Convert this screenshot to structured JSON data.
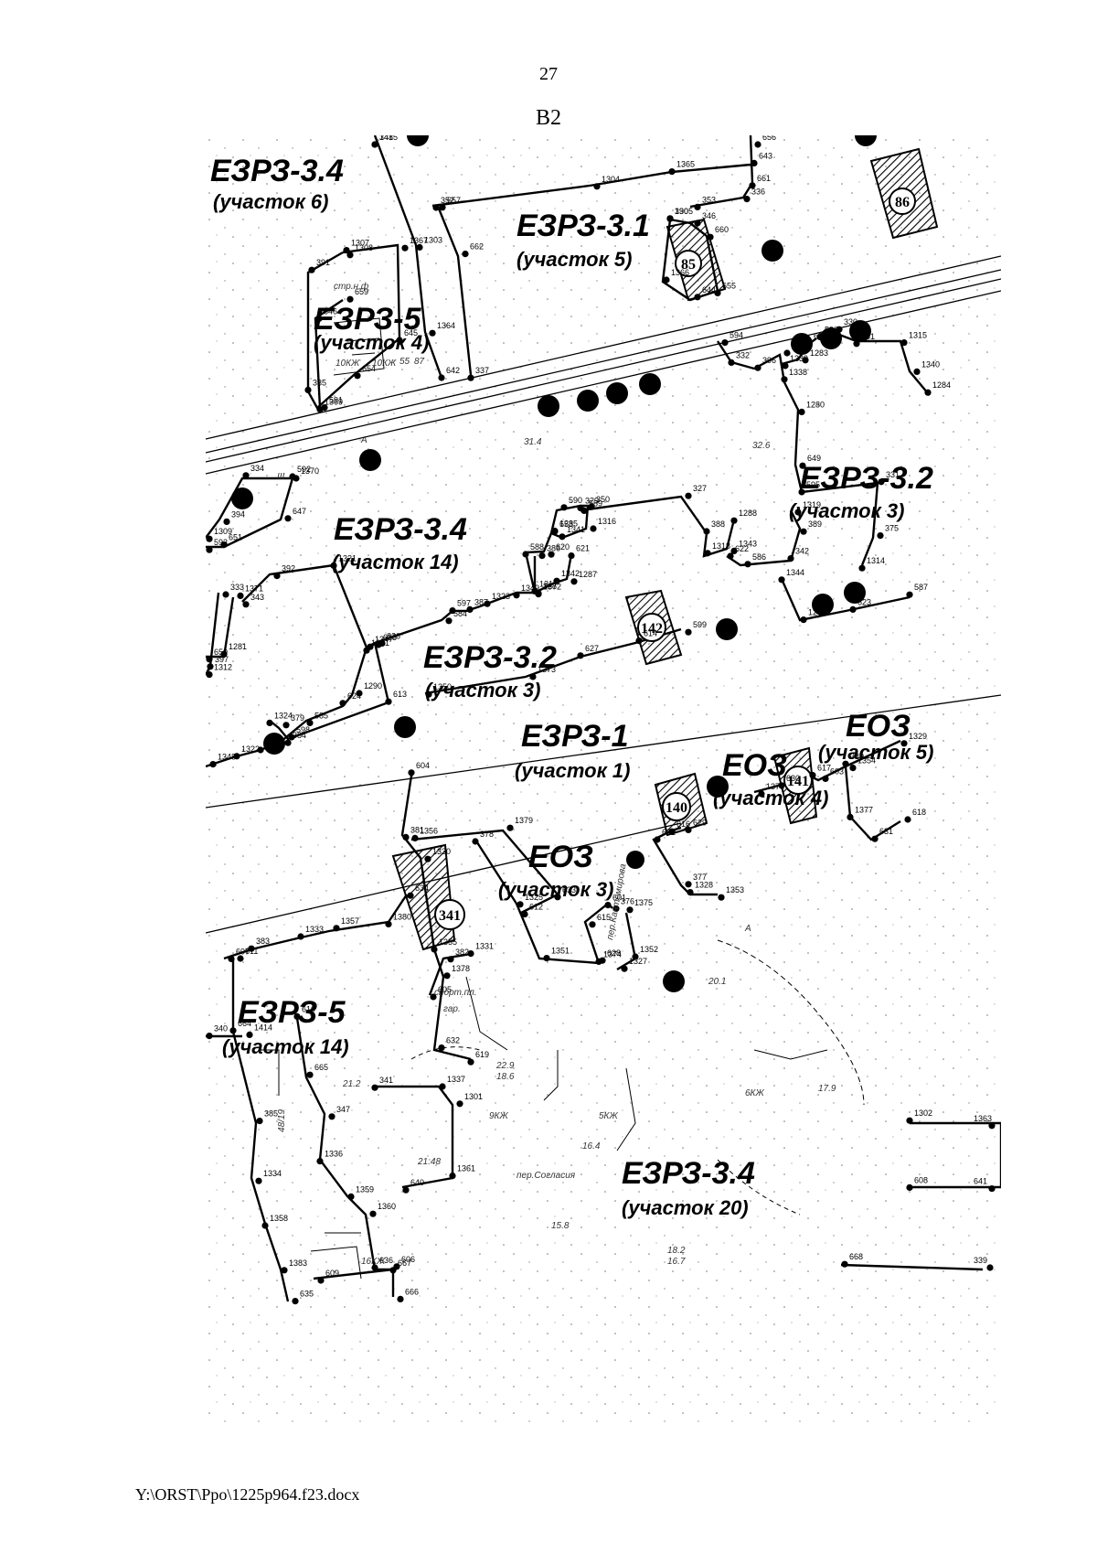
{
  "page_number": "27",
  "sheet_code": "В2",
  "footer_path": "Y:\\ORST\\Ppo\\1225p964.f23.docx",
  "zones": [
    {
      "code": "ЕЗРЗ-3.4",
      "plot": "(участок 6)"
    },
    {
      "code": "ЕЗРЗ-3.1",
      "plot": "(участок 5)"
    },
    {
      "code": "ЕЗРЗ-5",
      "plot": "(участок 4)"
    },
    {
      "code": "ЕЗРЗ-3.2",
      "plot": "(участок 3)"
    },
    {
      "code": "ЕЗРЗ-3.4",
      "plot": "(участок 14)"
    },
    {
      "code": "ЕЗРЗ-3.2",
      "plot": "(участок 3)"
    },
    {
      "code": "ЕЗРЗ-1",
      "plot": "(участок 1)"
    },
    {
      "code": "ЕОЗ",
      "plot": "(участок 3)"
    },
    {
      "code": "ЕОЗ",
      "plot": "(участок 4)"
    },
    {
      "code": "ЕОЗ",
      "plot": "(участок 5)"
    },
    {
      "code": "ЕЗРЗ-5",
      "plot": "(участок 14)"
    },
    {
      "code": "ЕЗРЗ-3.4",
      "plot": "(участок 20)"
    }
  ],
  "buildings": [
    "85",
    "86",
    "142",
    "140",
    "141",
    "341"
  ],
  "points": [
    "348",
    "352",
    "353",
    "390",
    "391",
    "394",
    "397",
    "396",
    "375",
    "351",
    "350",
    "386",
    "388",
    "389",
    "392",
    "393",
    "387",
    "379",
    "378",
    "376",
    "377",
    "380",
    "381",
    "382",
    "383",
    "385",
    "347",
    "341",
    "340",
    "339",
    "337",
    "336",
    "346",
    "335",
    "334",
    "333",
    "332",
    "331",
    "330",
    "329",
    "328",
    "327",
    "342",
    "343",
    "384",
    "597",
    "598",
    "599",
    "601",
    "602",
    "603",
    "604",
    "605",
    "607",
    "664",
    "665",
    "666",
    "667",
    "668",
    "662",
    "661",
    "660",
    "591",
    "592",
    "593",
    "594",
    "595",
    "596",
    "590",
    "588",
    "589",
    "586",
    "587",
    "585",
    "584",
    "613",
    "614",
    "615",
    "616",
    "617",
    "618",
    "619",
    "612",
    "611",
    "610",
    "606",
    "609",
    "608",
    "657",
    "656",
    "655",
    "654",
    "659",
    "651",
    "650",
    "649",
    "652",
    "653",
    "620",
    "621",
    "622",
    "623",
    "624",
    "625",
    "626",
    "627",
    "628",
    "629",
    "630",
    "631",
    "632",
    "633",
    "634",
    "635",
    "636",
    "640",
    "641",
    "642",
    "643",
    "644",
    "645",
    "646",
    "647",
    "1281",
    "1280",
    "1283",
    "1284",
    "1285",
    "1287",
    "1288",
    "1289",
    "1290",
    "1291",
    "1372",
    "1373",
    "1374",
    "1375",
    "1376",
    "1377",
    "1378",
    "1379",
    "1380",
    "1383",
    "1360",
    "1361",
    "1363",
    "1364",
    "1365",
    "1366",
    "1367",
    "1369",
    "1370",
    "1371",
    "1338",
    "1339",
    "1340",
    "1341",
    "1342",
    "1343",
    "1344",
    "1347",
    "1348",
    "1349",
    "1350",
    "1351",
    "1352",
    "1353",
    "1354",
    "1355",
    "1356",
    "1357",
    "1358",
    "1359",
    "1301",
    "1302",
    "1303",
    "1304",
    "1305",
    "1307",
    "1308",
    "1309",
    "1312",
    "1313",
    "1314",
    "1315",
    "1316",
    "1317",
    "1318",
    "1319",
    "1321",
    "1322",
    "1323",
    "1324",
    "1325",
    "1327",
    "1328",
    "1329",
    "1330",
    "1331",
    "1333",
    "1334",
    "1336",
    "1337",
    "1414",
    "1415"
  ],
  "misc_labels": [
    "стр.н.ф",
    "10КЖ",
    "16КЖ",
    "9КЖ",
    "5КЖ",
    "6КЖ",
    "спорт.пл.",
    "гар.",
    "пер.Согласия",
    "пер.Кантемирова",
    "21:48",
    "48/19",
    "20.1",
    "22.9",
    "18.6",
    "17.9",
    "16.4",
    "15.8",
    "18.2",
    "16.7",
    "21.2",
    "32.6",
    "31.4",
    "55",
    "87",
    "III",
    "А"
  ]
}
